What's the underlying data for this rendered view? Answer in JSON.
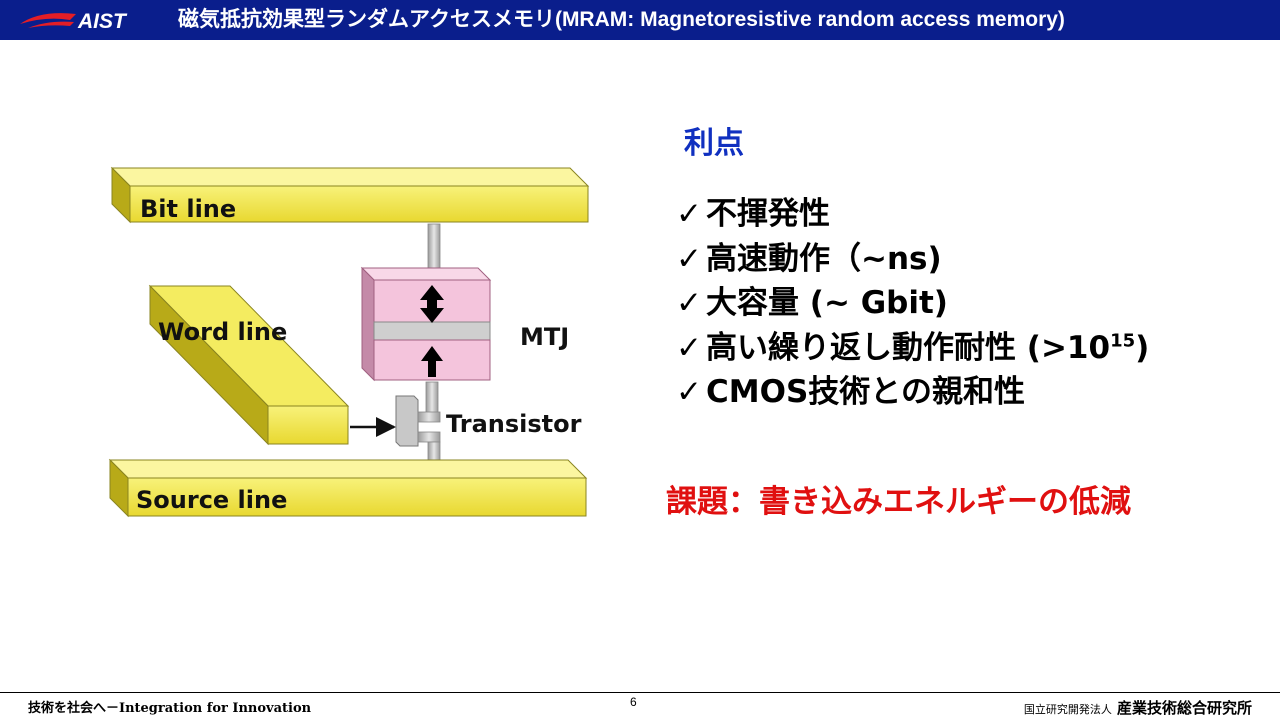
{
  "header": {
    "logo_text": "AIST",
    "title": "磁気抵抗効果型ランダムアクセスメモリ(MRAM: Magnetoresistive random access memory)"
  },
  "diagram": {
    "bit_line": "Bit line",
    "word_line": "Word line",
    "source_line": "Source line",
    "mtj": "MTJ",
    "transistor": "Transistor",
    "colors": {
      "line_bar": "#f0e84a",
      "mtj_layer": "#f4c4dc",
      "barrier": "#c8c8c8",
      "wire": "#b4b4b4"
    }
  },
  "advantages": {
    "heading": "利点",
    "items": [
      "不揮発性",
      "高速動作（~ns)",
      "大容量 (~ Gbit)",
      "高い繰り返し動作耐性 (>10",
      "CMOS技術との親和性"
    ],
    "superscript": "15",
    "closing": ")"
  },
  "issue": "課題：書き込みエネルギーの低減",
  "footer": {
    "left": "技術を社会へ－Integration for Innovation",
    "page": "6",
    "org_small": "国立研究開発法人",
    "org_big": "産業技術総合研究所"
  }
}
